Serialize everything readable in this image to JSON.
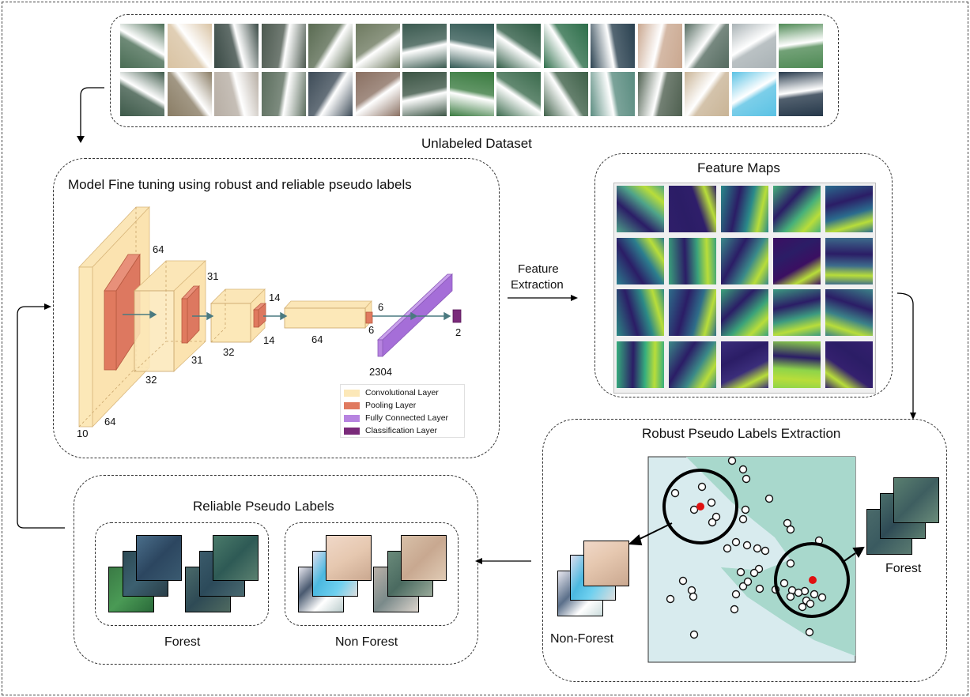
{
  "titles": {
    "unlabeled_dataset": "Unlabeled Dataset",
    "fine_tuning": "Model Fine tuning using robust and reliable pseudo labels",
    "feature_maps": "Feature Maps",
    "feature_extraction_line1": "Feature",
    "feature_extraction_line2": "Extraction",
    "robust_extraction": "Robust Pseudo Labels Extraction",
    "reliable_labels": "Reliable Pseudo Labels",
    "forest": "Forest",
    "non_forest": "Non Forest",
    "scatter_forest": "Forest",
    "scatter_non_forest": "Non-Forest"
  },
  "cnn_dims": {
    "d64_top": "64",
    "d31_top": "31",
    "d14_top": "14",
    "d6_top": "6",
    "d10": "10",
    "d64_bottom": "64",
    "d32": "32",
    "d31_bottom": "31",
    "d32_small": "32",
    "d14_bottom": "14",
    "d64_mid": "64",
    "d6_bottom": "6",
    "d2304": "2304",
    "d2": "2"
  },
  "legend": [
    {
      "label": "Convolutional Layer",
      "color": "#fce8b8"
    },
    {
      "label": "Pooling Layer",
      "color": "#e07a5f"
    },
    {
      "label": "Fully Connected Layer",
      "color": "#b784e0"
    },
    {
      "label": "Classification Layer",
      "color": "#7a2a7a"
    }
  ],
  "satellite_colors": [
    [
      "#4a6d55",
      "#d9c3a3",
      "#3a4a45",
      "#4d5a50",
      "#5a6b52",
      "#6e7a60",
      "#3b5a50",
      "#345a55",
      "#2f5c45",
      "#2d6e4a",
      "#2a4150",
      "#caa890",
      "#556b60",
      "#a9b2b5",
      "#4f8a55"
    ],
    [
      "#3e5a4a",
      "#8a7d65",
      "#b7aea4",
      "#5c6e5e",
      "#3e4c58",
      "#8a7062",
      "#3c5545",
      "#3a7b40",
      "#3b6b4d",
      "#3e6048",
      "#5a8c80",
      "#4f6050",
      "#c9b496",
      "#5ac2e4",
      "#26384a"
    ]
  ],
  "feature_map_colors": [
    [
      "#4ea38a",
      "#2f1e6a",
      "#2a8a8a",
      "#46b07a",
      "#2b6c8e"
    ],
    [
      "#2c7e8e",
      "#3aa27c",
      "#3a8a8a",
      "#3b0f62",
      "#3d6c8c"
    ],
    [
      "#2c8a86",
      "#2e6d8a",
      "#3aa27a",
      "#3c9a80",
      "#3b8288"
    ],
    [
      "#36ae7e",
      "#3b8a88",
      "#3a2d7a",
      "#8ed44a",
      "#34206e"
    ]
  ],
  "colors": {
    "scatter_bg": "#d8ebee",
    "scatter_region": "#a8d8cc",
    "red_point": "#e01010"
  }
}
